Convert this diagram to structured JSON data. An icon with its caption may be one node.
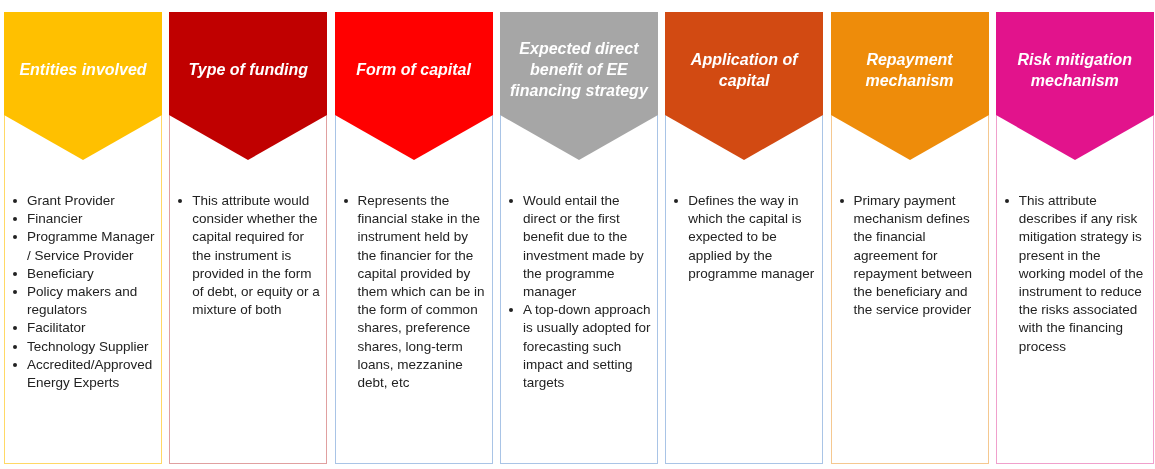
{
  "diagram": {
    "nodes": [
      {
        "text": [
          "Entities involved"
        ]
      },
      {
        "text": [
          "Grant Provider",
          "Financier",
          "Programme Manager / Service Provider",
          "Beneficiary",
          "Policy makers and regulators",
          "Facilitator",
          "Technology Supplier",
          "Accredited/Approved Energy Experts"
        ]
      },
      {
        "text": [
          "Type of funding"
        ]
      },
      {
        "text": [
          "This attribute would consider whether the capital required for the instrument is provided in the form of debt, or equity or a mixture of both"
        ]
      },
      {
        "text": [
          "Form of capital"
        ]
      },
      {
        "text": [
          "Represents the financial stake in the instrument held by the financier for the capital provided by them which can be in the form of common shares, preference shares, long-term loans, mezzanine debt, etc"
        ]
      },
      {
        "text": [
          "Expected direct benefit of EE financing strategy"
        ]
      },
      {
        "text": [
          "Would entail the direct or the first benefit due to the investment made by the programme manager",
          "A top-down approach is usually adopted for forecasting such impact and setting targets"
        ]
      },
      {
        "text": [
          "Application of capital"
        ]
      },
      {
        "text": [
          "Defines the way in which the capital is expected to be applied by the programme manager"
        ]
      },
      {
        "text": [
          "Repayment mechanism"
        ]
      },
      {
        "text": [
          "Primary payment mechanism defines the financial agreement for repayment between the beneficiary and the service provider"
        ]
      },
      {
        "text": [
          "Risk mitigation mechanism"
        ]
      },
      {
        "text": [
          "This attribute describes if any risk mitigation strategy is present in the working model of the instrument to reduce the risks associated with the financing process"
        ]
      }
    ]
  }
}
